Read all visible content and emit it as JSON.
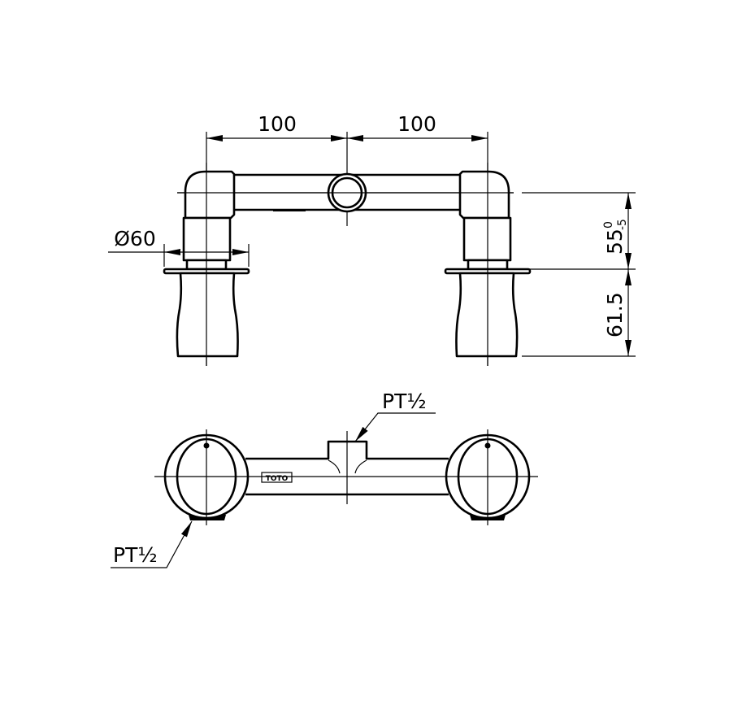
{
  "drawing": {
    "front_view": {
      "dim_left_spacing": "100",
      "dim_right_spacing": "100",
      "dim_flange_diameter": "Ø60",
      "dim_upper_height": "55",
      "dim_upper_tol_upper": "0",
      "dim_upper_tol_lower": "-5",
      "dim_lower_height": "61.5"
    },
    "top_view": {
      "inlet_label": "PT½",
      "outlet_label": "PT½",
      "logo_text": "TOTO"
    }
  }
}
